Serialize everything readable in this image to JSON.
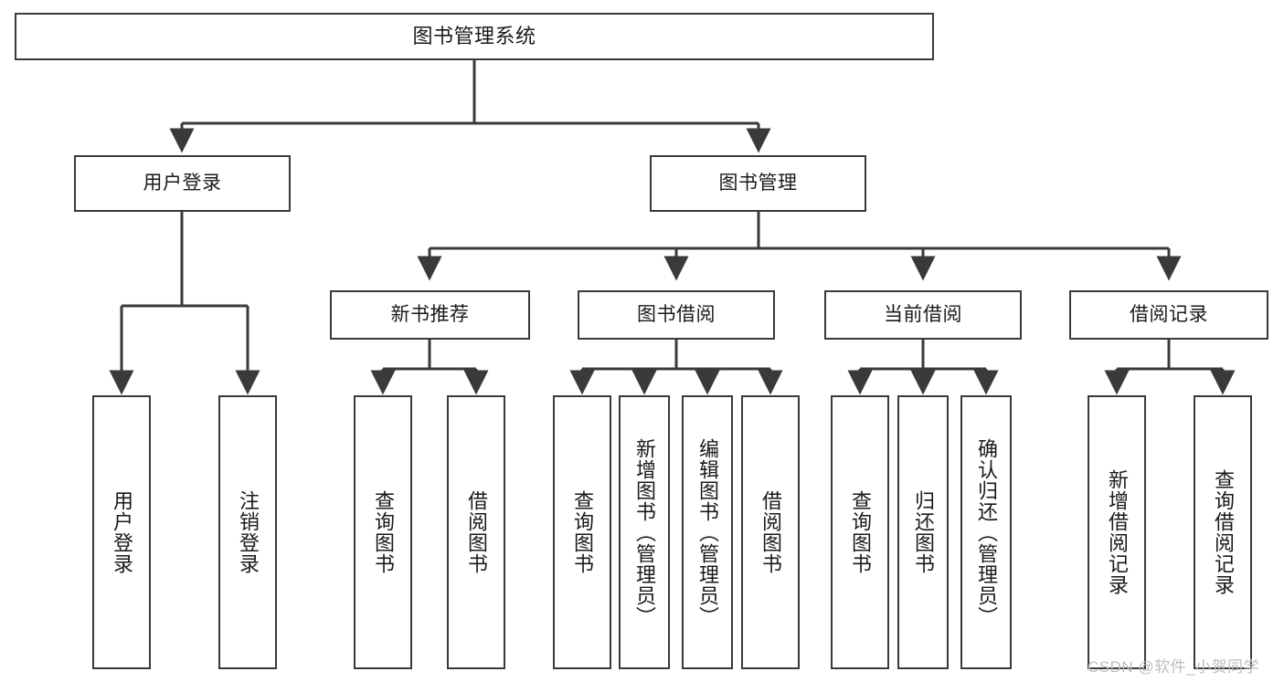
{
  "diagram": {
    "title": "图书管理系统",
    "type": "hierarchy-tree",
    "colors": {
      "stroke": "#3a3a3a",
      "fill": "#ffffff",
      "text": "#1a1a1a",
      "watermark": "#bdbdbd"
    },
    "levels": {
      "root": {
        "label": "图书管理系统"
      },
      "level2": [
        {
          "label": "用户登录"
        },
        {
          "label": "图书管理"
        }
      ],
      "level3": [
        {
          "label": "新书推荐"
        },
        {
          "label": "图书借阅"
        },
        {
          "label": "当前借阅"
        },
        {
          "label": "借阅记录"
        }
      ],
      "leaves": [
        {
          "label": "用户登录",
          "parent": "用户登录"
        },
        {
          "label": "注销登录",
          "parent": "用户登录"
        },
        {
          "label": "查询图书",
          "parent": "新书推荐"
        },
        {
          "label": "借阅图书",
          "parent": "新书推荐"
        },
        {
          "label": "查询图书",
          "parent": "图书借阅"
        },
        {
          "label": "新增图书（管理员）",
          "parent": "图书借阅"
        },
        {
          "label": "编辑图书（管理员）",
          "parent": "图书借阅"
        },
        {
          "label": "借阅图书",
          "parent": "图书借阅"
        },
        {
          "label": "查询图书",
          "parent": "当前借阅"
        },
        {
          "label": "归还图书",
          "parent": "当前借阅"
        },
        {
          "label": "确认归还（管理员）",
          "parent": "当前借阅"
        },
        {
          "label": "新增借阅记录",
          "parent": "借阅记录"
        },
        {
          "label": "查询借阅记录",
          "parent": "借阅记录"
        }
      ]
    }
  },
  "watermark": {
    "text": "CSDN @软件_小贺同学"
  }
}
